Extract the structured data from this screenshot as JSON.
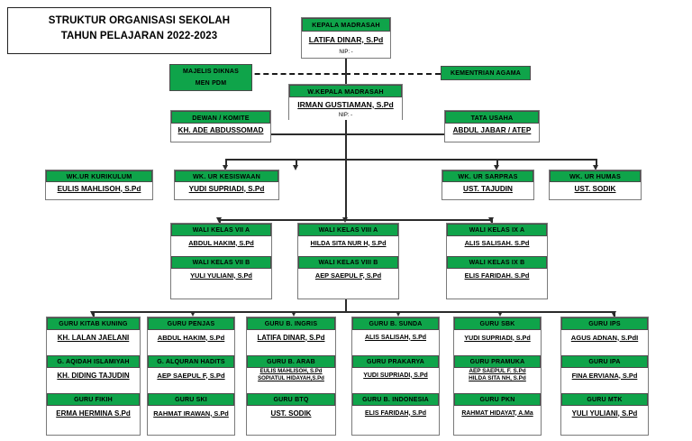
{
  "title": {
    "line1": "STRUKTUR ORGANISASI SEKOLAH",
    "line2": "TAHUN PELAJARAN 2022-2023"
  },
  "chart_data": {
    "type": "diagram",
    "subtype": "organizational-chart",
    "title": "STRUKTUR ORGANISASI SEKOLAH TAHUN PELAJARAN 2022-2023",
    "accent_color": "#0FA44A",
    "nodes": [
      {
        "id": "kepala_madrasah",
        "role": "KEPALA MADRASAH",
        "name": "LATIFA DINAR, S.Pd",
        "extra": "NIP: -"
      },
      {
        "id": "kementrian_agama",
        "role": "KEMENTRIAN AGAMA",
        "name": "",
        "extra": ""
      },
      {
        "id": "majelis_diknas",
        "role": "MAJELIS DIKNAS",
        "role2": "MEN PDM",
        "name": "",
        "extra": ""
      },
      {
        "id": "wakil_kepala",
        "role": "W.KEPALA MADRASAH",
        "name": "IRMAN GUSTIAMAN, S.Pd",
        "extra": "NIP: -"
      },
      {
        "id": "dewan_komite",
        "role": "DEWAN / KOMITE",
        "name": "KH. ADE ABDUSSOMAD",
        "extra": ""
      },
      {
        "id": "tata_usaha",
        "role": "TATA USAHA",
        "name": "ABDUL JABAR / ATEP",
        "extra": ""
      },
      {
        "id": "wk_kurikulum",
        "role": "WK.UR KURIKULUM",
        "name": "EULIS MAHLISOH, S.Pd",
        "extra": ""
      },
      {
        "id": "wk_kesiswaan",
        "role": "WK. UR KESISWAAN",
        "name": "YUDI SUPRIADI, S.Pd",
        "extra": ""
      },
      {
        "id": "wk_sarpras",
        "role": "WK. UR SARPRAS",
        "name": "UST. TAJUDIN",
        "extra": ""
      },
      {
        "id": "wk_humas",
        "role": "WK. UR HUMAS",
        "name": "UST. SODIK",
        "extra": ""
      }
    ],
    "edges": [
      {
        "from": "kepala_madrasah",
        "to": "majelis_diknas",
        "style": "dashed"
      },
      {
        "from": "kepala_madrasah",
        "to": "kementrian_agama",
        "style": "dashed"
      },
      {
        "from": "kepala_madrasah",
        "to": "wakil_kepala",
        "style": "solid"
      },
      {
        "from": "wakil_kepala",
        "to": "dewan_komite",
        "style": "solid"
      },
      {
        "from": "wakil_kepala",
        "to": "tata_usaha",
        "style": "solid"
      },
      {
        "from": "wakil_kepala",
        "to": "wk_kurikulum",
        "style": "solid"
      },
      {
        "from": "wakil_kepala",
        "to": "wk_kesiswaan",
        "style": "solid"
      },
      {
        "from": "wakil_kepala",
        "to": "wk_sarpras",
        "style": "solid"
      },
      {
        "from": "wakil_kepala",
        "to": "wk_humas",
        "style": "solid"
      }
    ]
  },
  "top": {
    "kepala_madrasah": {
      "role": "KEPALA MADRASAH",
      "name": "LATIFA DINAR, S.Pd",
      "nip": "NIP: -"
    },
    "kementrian_agama": {
      "role": "KEMENTRIAN AGAMA"
    },
    "majelis_diknas": {
      "role": "MAJELIS DIKNAS",
      "role2": "MEN PDM"
    },
    "wakil_kepala": {
      "role": "W.KEPALA MADRASAH",
      "name": "IRMAN GUSTIAMAN, S.Pd",
      "nip": "NIP: -"
    },
    "dewan_komite": {
      "role": "DEWAN / KOMITE",
      "name": "KH. ADE ABDUSSOMAD"
    },
    "tata_usaha": {
      "role": "TATA USAHA",
      "name": "ABDUL JABAR / ATEP"
    }
  },
  "wakil_row": [
    {
      "role": "WK.UR KURIKULUM",
      "name": "EULIS MAHLISOH, S.Pd"
    },
    {
      "role": "WK. UR KESISWAAN",
      "name": "YUDI SUPRIADI, S.Pd"
    },
    {
      "role": "WK. UR SARPRAS",
      "name": "UST. TAJUDIN"
    },
    {
      "role": "WK. UR HUMAS",
      "name": "UST. SODIK"
    }
  ],
  "wali_kelas": [
    {
      "a_role": "WALI KELAS VII A",
      "a_name": "ABDUL HAKIM, S.Pd",
      "b_role": "WALI KELAS VII B",
      "b_name": "YULI YULIANI, S.Pd"
    },
    {
      "a_role": "WALI KELAS VIII A",
      "a_name": "HILDA SITA NUR H, S.Pd",
      "b_role": "WALI KELAS VIII B",
      "b_name": "AEP SAEPUL F, S.Pd"
    },
    {
      "a_role": "WALI KELAS IX A",
      "a_name": "ALIS SALISAH. S.Pd",
      "b_role": "WALI KELAS IX B",
      "b_name": "ELIS FARIDAH. S.Pd"
    }
  ],
  "guru_columns": [
    {
      "r1_role": "GURU KITAB KUNING",
      "r1_name": "KH. LALAN JAELANI",
      "r1_name2": "",
      "r2_role": "G. AQIDAH ISLAMIYAH",
      "r2_name": "KH. DIDING TAJUDIN",
      "r2_name2": "",
      "r3_role": "GURU FIKIH",
      "r3_name": "ERMA HERMINA S.Pd"
    },
    {
      "r1_role": "GURU PENJAS",
      "r1_name": "ABDUL HAKIM, S.Pd",
      "r1_name2": "",
      "r2_role": "G. ALQURAN HADITS",
      "r2_name": "AEP SAEPUL F, S.Pd",
      "r2_name2": "",
      "r3_role": "GURU SKI",
      "r3_name": "RAHMAT IRAWAN, S.Pd"
    },
    {
      "r1_role": "GURU B. INGRIS",
      "r1_name": "LATIFA DINAR, S.Pd",
      "r1_name2": "",
      "r2_role": "GURU B. ARAB",
      "r2_name": "EULIS MAHLISOH, S.Pd",
      "r2_name2": "SOPIATUL HIDAYAH,S.Pd",
      "r3_role": "GURU BTQ",
      "r3_name": "UST. SODIK"
    },
    {
      "r1_role": "GURU B. SUNDA",
      "r1_name": "ALIS SALISAH, S.Pd",
      "r1_name2": "",
      "r2_role": "GURU PRAKARYA",
      "r2_name": "YUDI SUPRIADI, S.Pd",
      "r2_name2": "",
      "r3_role": "GURU B. INDONESIA",
      "r3_name": "ELIS FARIDAH, S.Pd"
    },
    {
      "r1_role": "GURU SBK",
      "r1_name": "YUDI SUPRIADI, S.Pd",
      "r1_name2": "",
      "r2_role": "GURU PRAMUKA",
      "r2_name": "AEP SAEPUL F. S.Pd",
      "r2_name2": "HILDA SITA NH, S.Pd",
      "r3_role": "GURU PKN",
      "r3_name": "RAHMAT HIDAYAT, A.Ma"
    },
    {
      "r1_role": "GURU IPS",
      "r1_name": "AGUS ADNAN, S.PdI",
      "r1_name2": "",
      "r2_role": "GURU IPA",
      "r2_name": "FINA ERVIANA, S.Pd",
      "r2_name2": "",
      "r3_role": "GURU MTK",
      "r3_name": "YULI YULIANI, S.Pd"
    }
  ]
}
